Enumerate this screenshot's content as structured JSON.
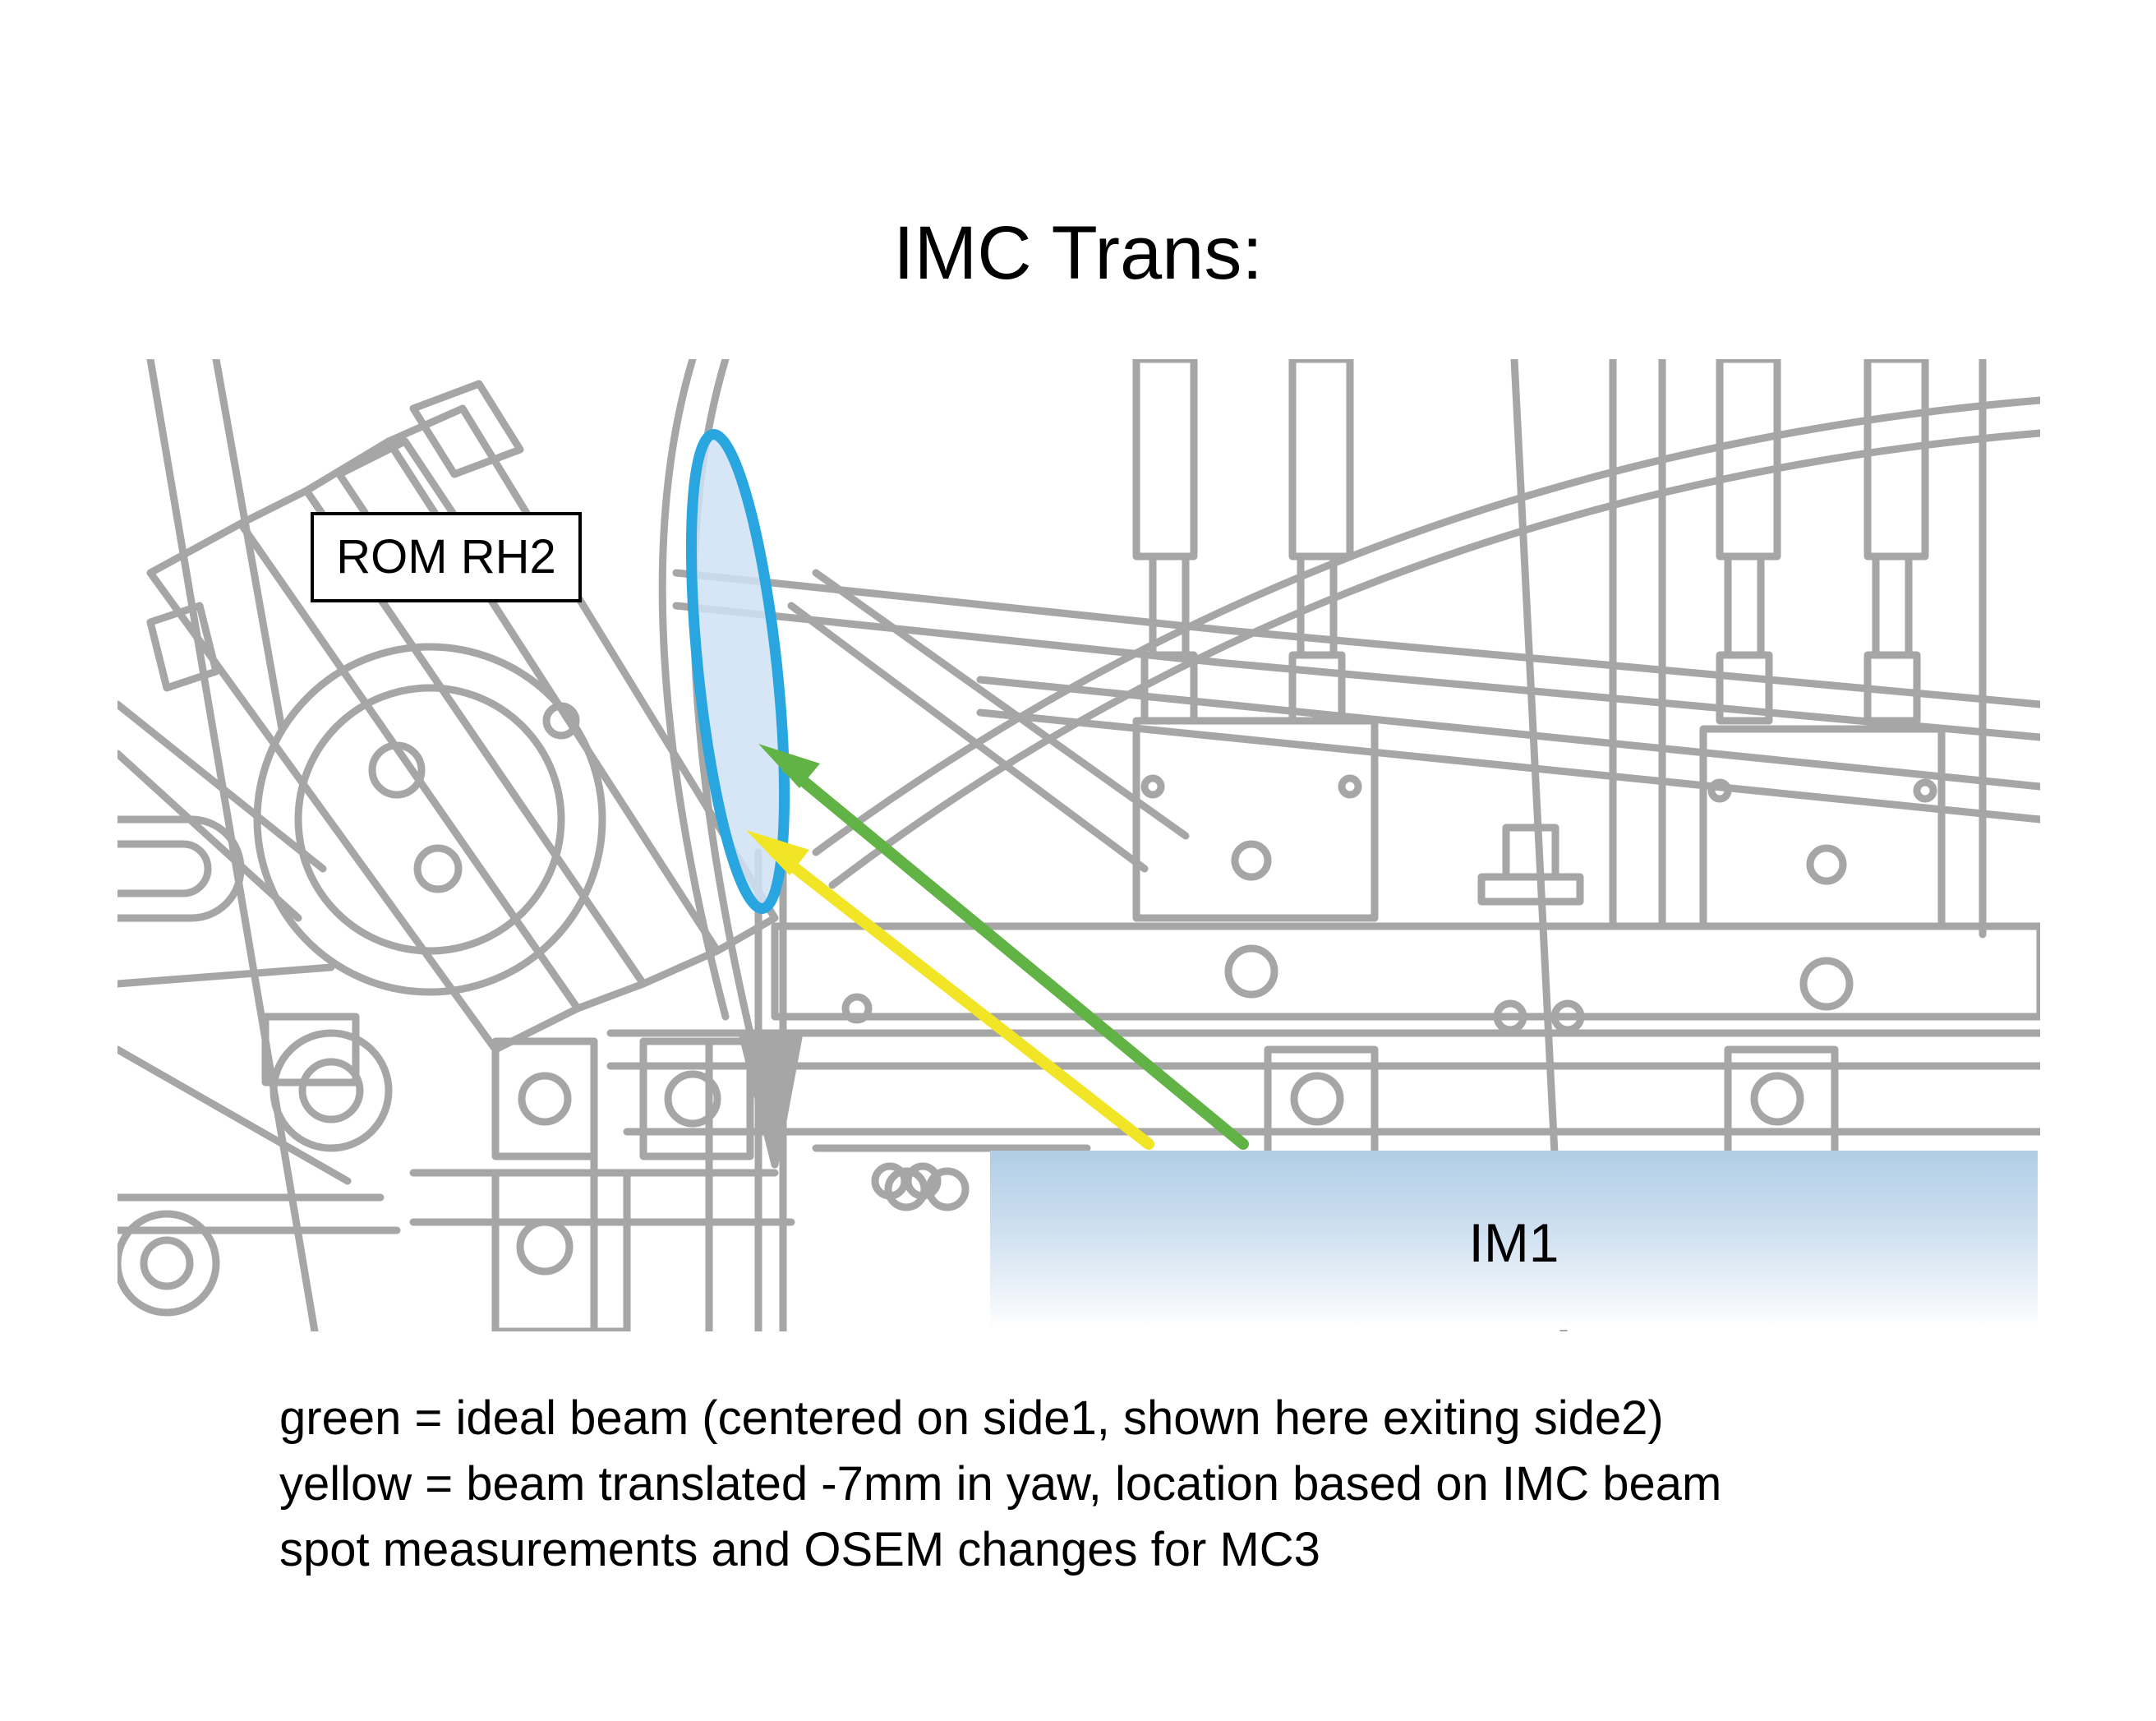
{
  "title": "IMC Trans:",
  "labels": {
    "rom": "ROM RH2",
    "im1": "IM1"
  },
  "caption": {
    "line1": "green = ideal beam (centered on side1, shown here exiting side2)",
    "line2": "yellow = beam translated -7mm in yaw, location based on IMC beam",
    "line3": "spot measurements and OSEM changes for MC3"
  },
  "colors": {
    "drawing": "#a6a6a6",
    "ellipse": "#29a6df",
    "ellipse_fill": "#cfe2f4",
    "green_beam": "#62b346",
    "yellow_beam": "#f2e526",
    "im1_fill": "#b0cde6"
  }
}
